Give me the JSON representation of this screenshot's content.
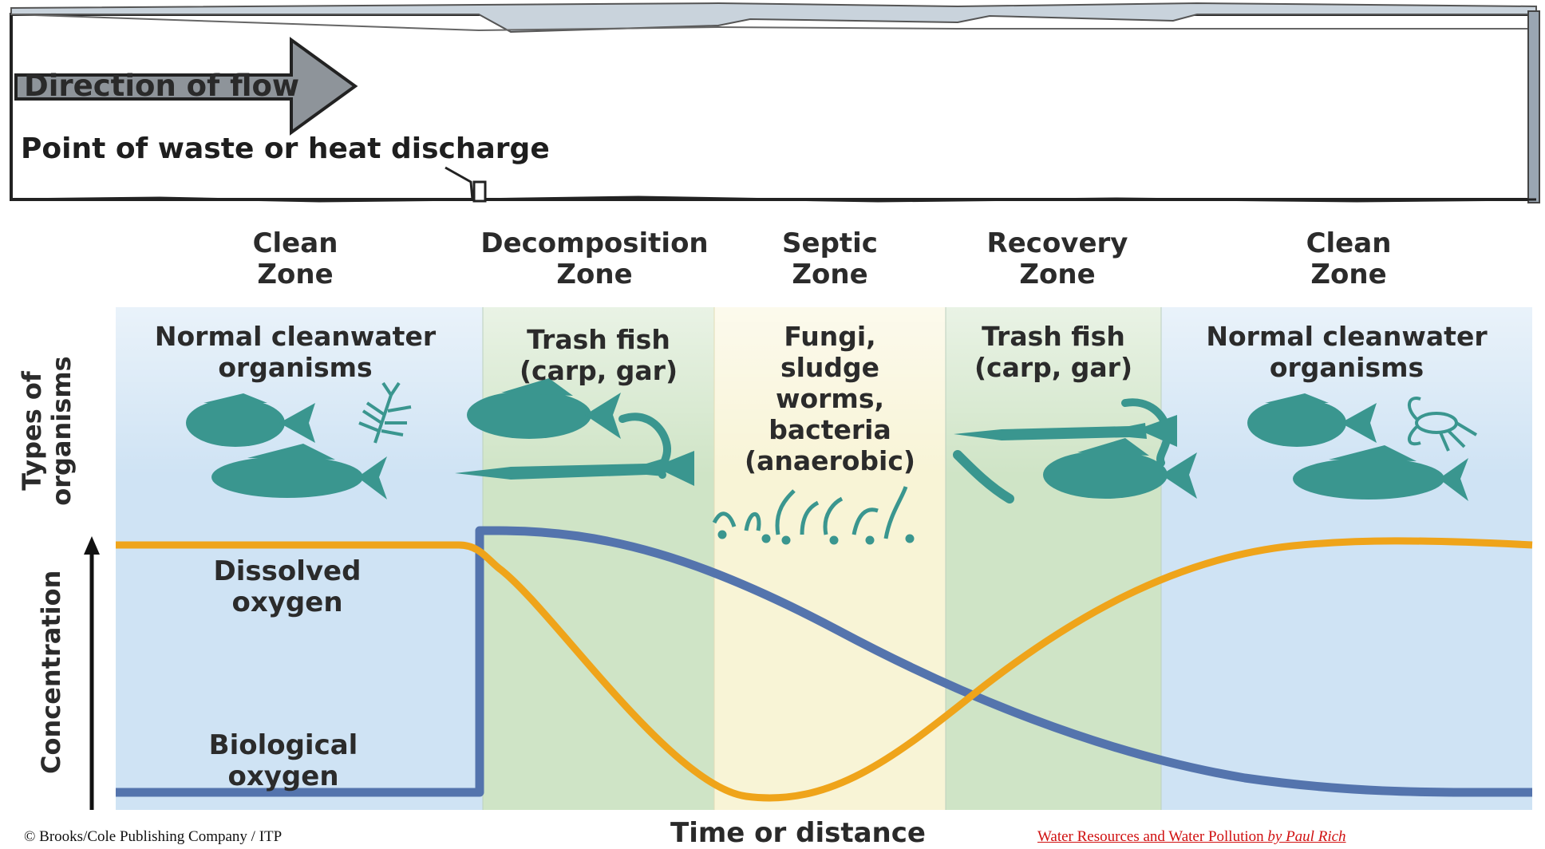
{
  "river": {
    "flow_label": "Direction of flow",
    "discharge_label": "Point of waste or heat discharge"
  },
  "zones": [
    {
      "title_line1": "Clean",
      "title_line2": "Zone",
      "organisms": [
        "Normal cleanwater",
        "organisms"
      ],
      "color": "#cfe3f4"
    },
    {
      "title_line1": "Decomposition",
      "title_line2": "Zone",
      "organisms": [
        "Trash fish",
        "(carp, gar)"
      ],
      "color": "#cfe4c6"
    },
    {
      "title_line1": "Septic",
      "title_line2": "Zone",
      "organisms": [
        "Fungi,",
        "sludge",
        "worms,",
        "bacteria",
        "(anaerobic)"
      ],
      "color": "#f8f4d6"
    },
    {
      "title_line1": "Recovery",
      "title_line2": "Zone",
      "organisms": [
        "Trash fish",
        "(carp, gar)"
      ],
      "color": "#cfe4c6"
    },
    {
      "title_line1": "Clean",
      "title_line2": "Zone",
      "organisms": [
        "Normal cleanwater",
        "organisms"
      ],
      "color": "#cfe3f4"
    }
  ],
  "axes": {
    "organisms_label_line1": "Types of",
    "organisms_label_line2": "organisms",
    "y_label": "Concentration",
    "x_label": "Time or distance"
  },
  "curves": {
    "dissolved_oxygen_line1": "Dissolved",
    "dissolved_oxygen_line2": "oxygen",
    "biological_oxygen_line1": "Biological",
    "biological_oxygen_line2": "oxygen",
    "do_color": "#efa41a",
    "bod_color": "#5474ad"
  },
  "colors": {
    "organism_fill": "#3a968f"
  },
  "footer": {
    "copyright": "© Brooks/Cole Publishing Company / ITP",
    "credit_title": "Water Resources and Water Pollution ",
    "credit_author": "by Paul Rich"
  }
}
